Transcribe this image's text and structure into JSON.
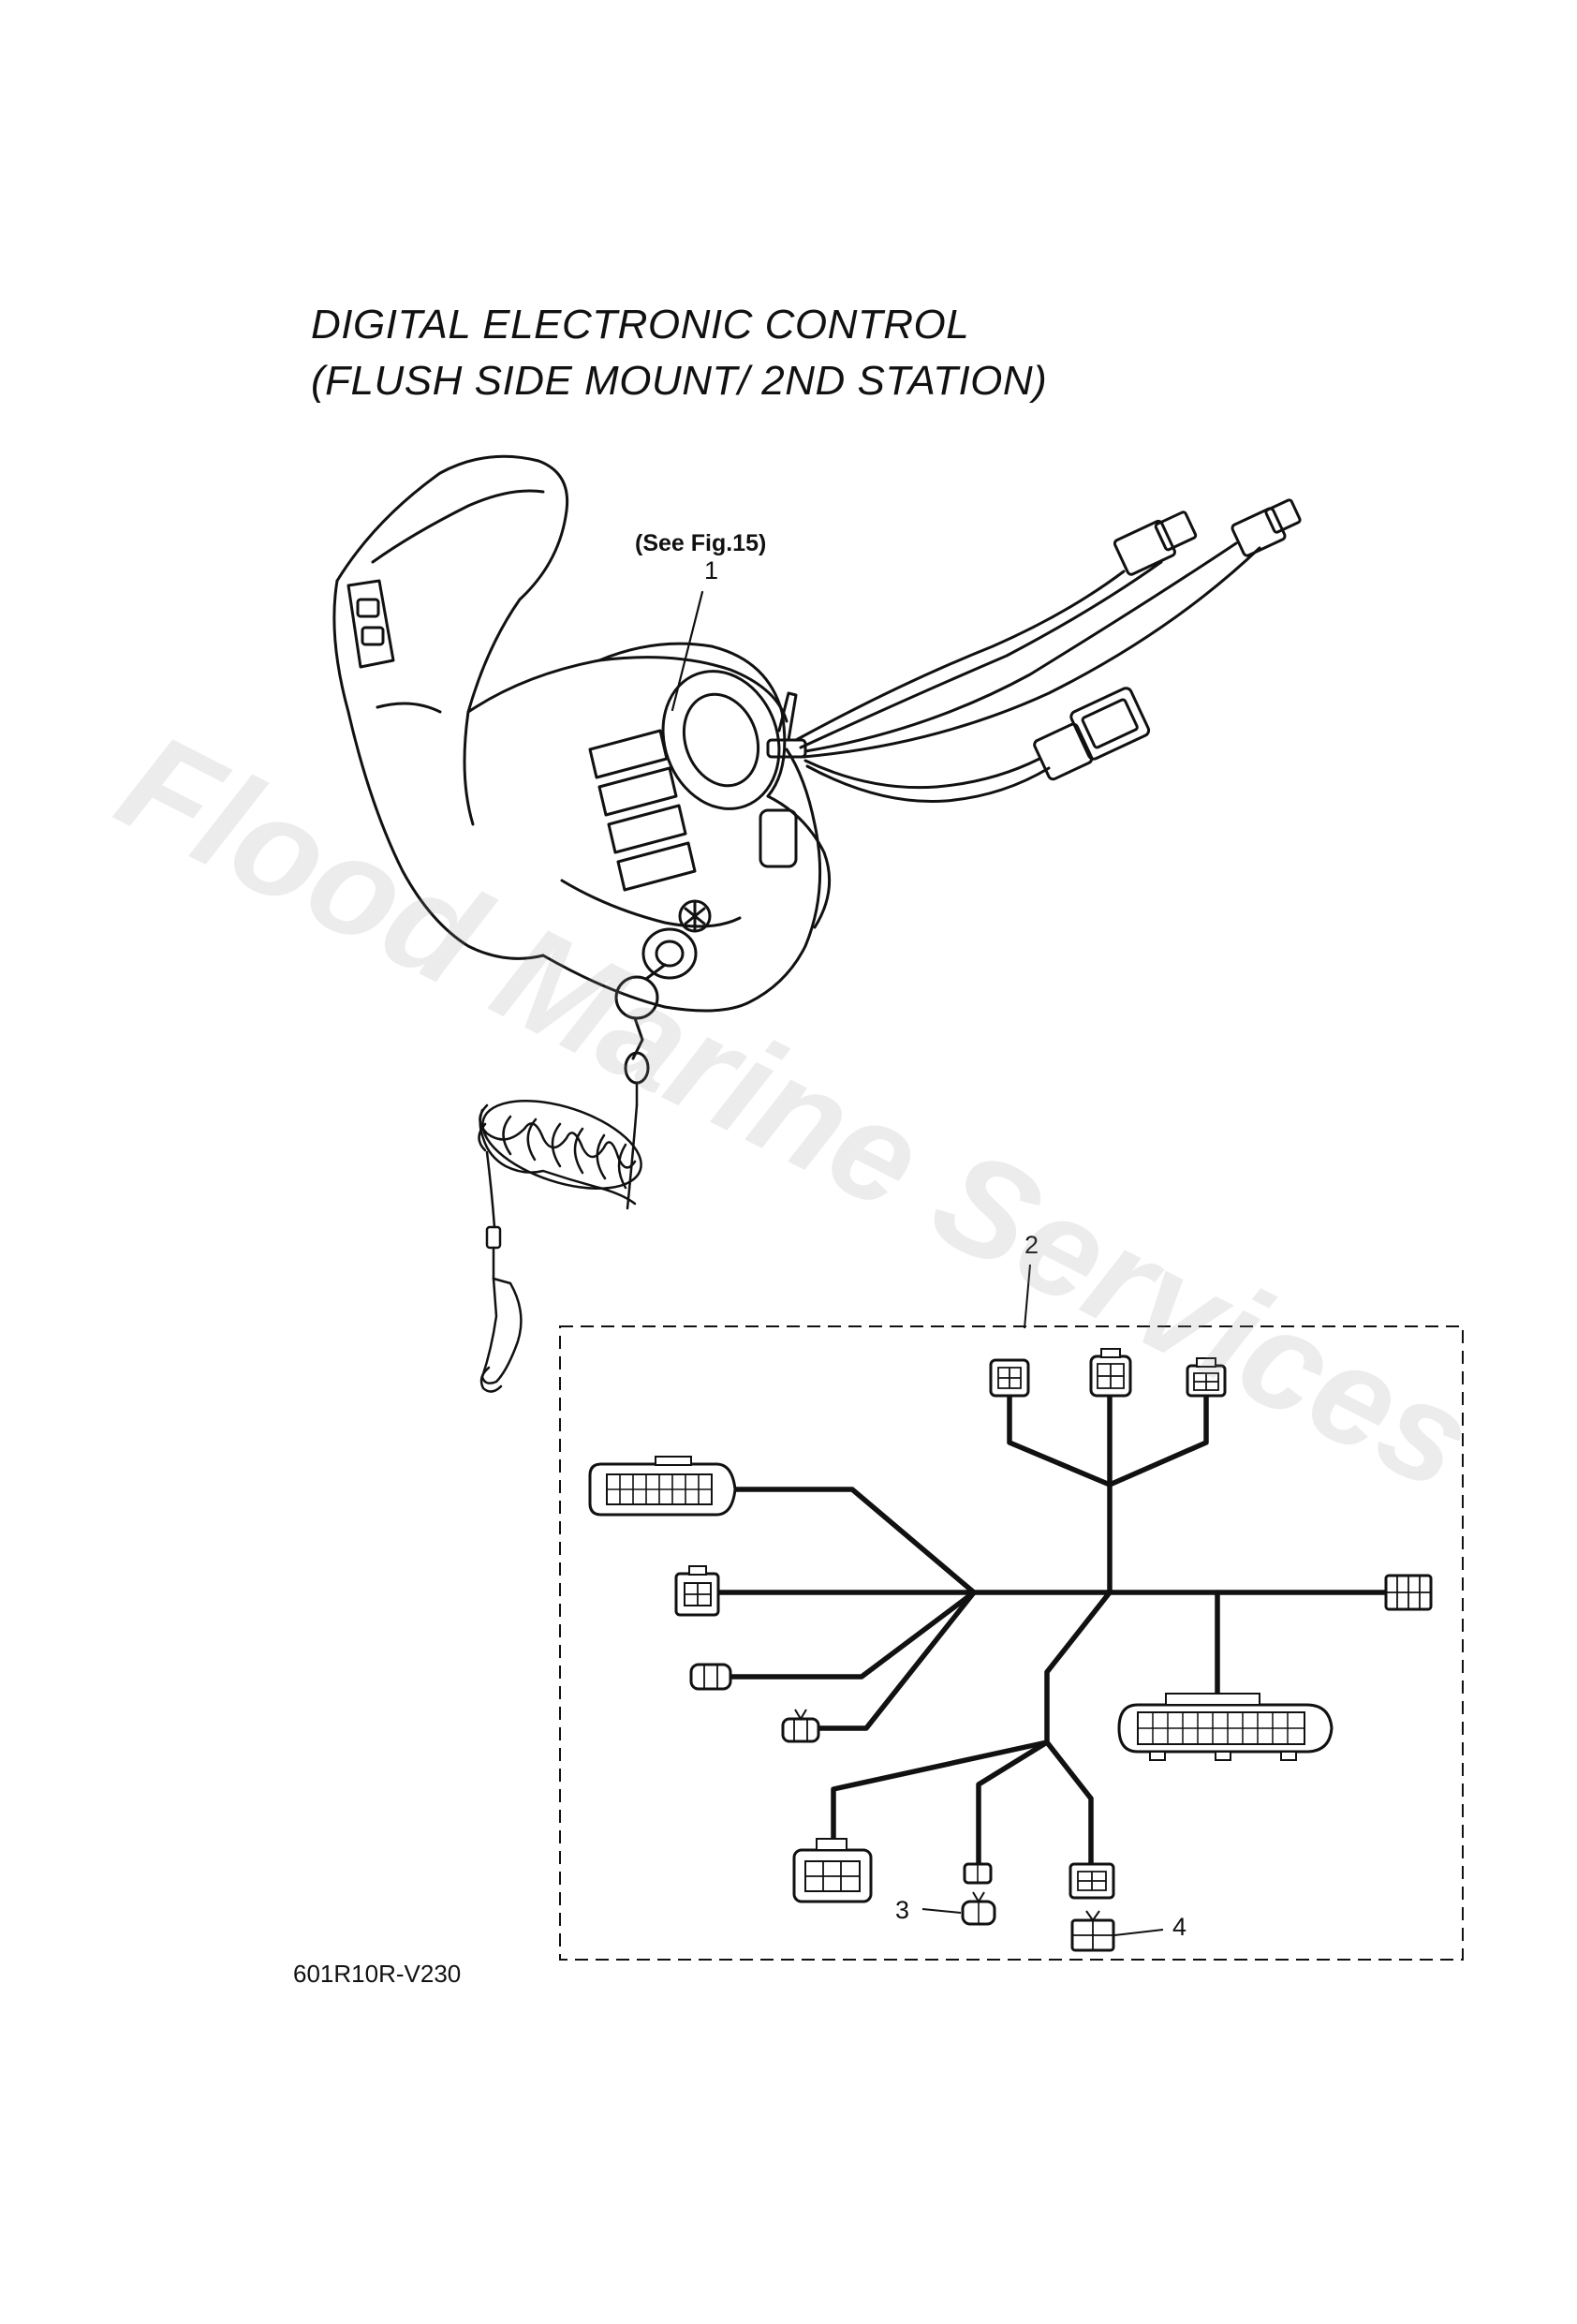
{
  "title": {
    "line1": "DIGITAL ELECTRONIC CONTROL",
    "line2": "(FLUSH SIDE MOUNT/ 2ND STATION)"
  },
  "callouts": {
    "see_fig": "(See Fig.15)",
    "part1": "1",
    "part2": "2",
    "part3": "3",
    "part4": "4"
  },
  "drawing_code": "601R10R-V230",
  "watermark": "Flood Marine Services",
  "icons": [
    "remote-control-lever-icon",
    "wire-harness-icon",
    "lanyard-icon",
    "connector-icon"
  ]
}
